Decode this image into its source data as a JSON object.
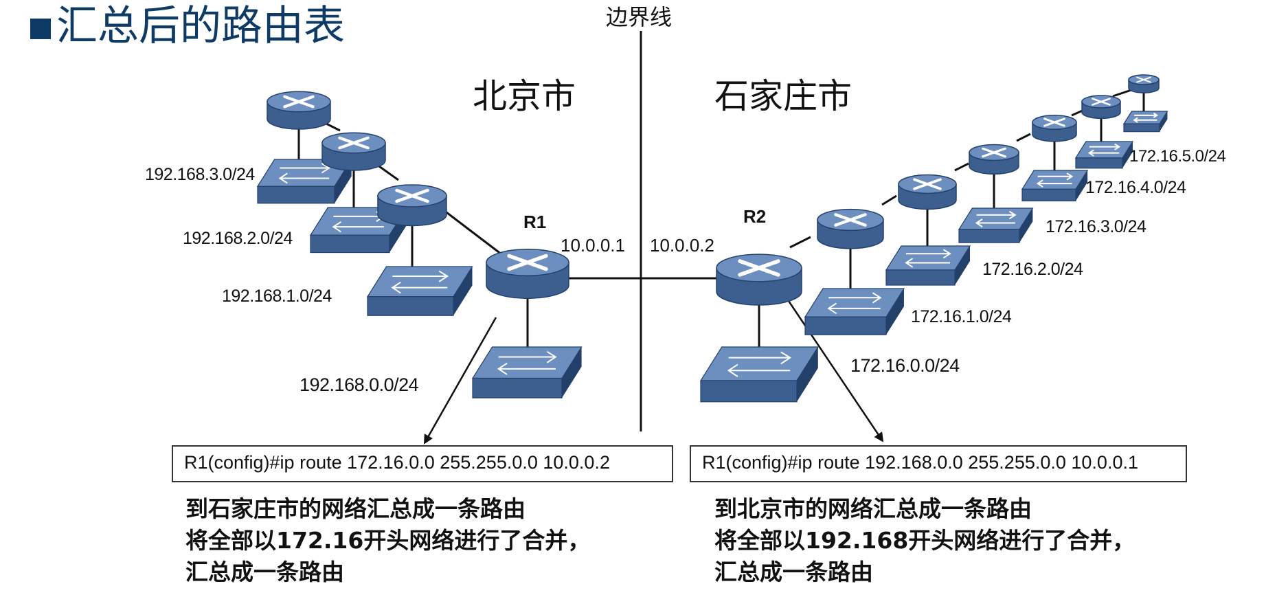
{
  "title": "汇总后的路由表",
  "boundary_label": "边界线",
  "regions": {
    "left": "北京市",
    "right": "石家庄市"
  },
  "routers": {
    "r1": {
      "name": "R1",
      "ip": "10.0.0.1"
    },
    "r2": {
      "name": "R2",
      "ip": "10.0.0.2"
    }
  },
  "left_networks": [
    "192.168.3.0/24",
    "192.168.2.0/24",
    "192.168.1.0/24",
    "192.168.0.0/24"
  ],
  "right_networks": [
    "172.16.5.0/24",
    "172.16.4.0/24",
    "172.16.3.0/24",
    "172.16.2.0/24",
    "172.16.1.0/24",
    "172.16.0.0/24"
  ],
  "commands": {
    "left": "R1(config)#ip route 172.16.0.0 255.255.0.0 10.0.0.2",
    "right": "R1(config)#ip route 192.168.0.0 255.255.0.0 10.0.0.1"
  },
  "notes": {
    "left": [
      "到石家庄市的网络汇总成一条路由",
      "将全部以172.16开头网络进行了合并，",
      "汇总成一条路由"
    ],
    "right": [
      "到北京市的网络汇总成一条路由",
      "将全部以192.168开头网络进行了合并，",
      "汇总成一条路由"
    ]
  },
  "colors": {
    "device": "#3d5f8f",
    "device_top": "#6d8fbf",
    "device_dark": "#23406b",
    "title": "#0d3b66"
  }
}
